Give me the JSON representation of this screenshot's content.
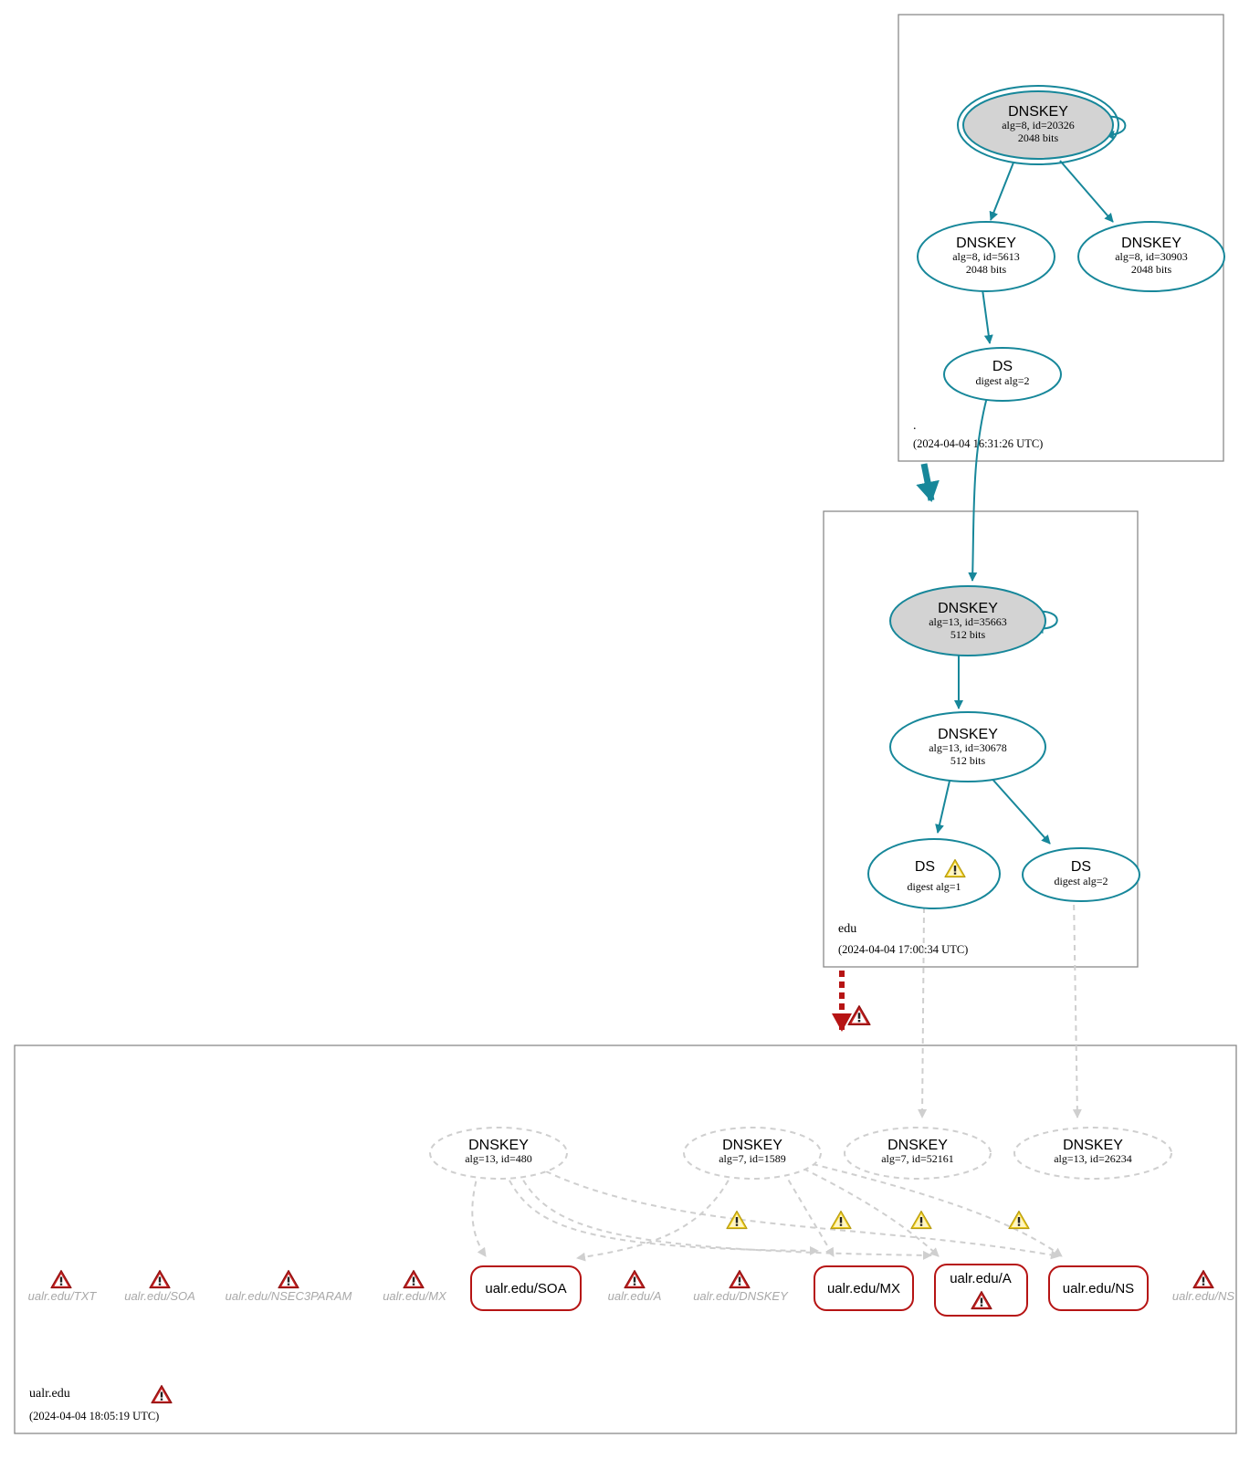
{
  "zones": {
    "root": {
      "name": ".",
      "timestamp": "(2024-04-04 16:31:26 UTC)",
      "nodes": {
        "ksk": {
          "title": "DNSKEY",
          "detail": "alg=8, id=20326",
          "size": "2048 bits"
        },
        "zsk1": {
          "title": "DNSKEY",
          "detail": "alg=8, id=5613",
          "size": "2048 bits"
        },
        "zsk2": {
          "title": "DNSKEY",
          "detail": "alg=8, id=30903",
          "size": "2048 bits"
        },
        "ds": {
          "title": "DS",
          "detail": "digest alg=2"
        }
      }
    },
    "edu": {
      "name": "edu",
      "timestamp": "(2024-04-04 17:00:34 UTC)",
      "nodes": {
        "ksk": {
          "title": "DNSKEY",
          "detail": "alg=13, id=35663",
          "size": "512 bits"
        },
        "zsk": {
          "title": "DNSKEY",
          "detail": "alg=13, id=30678",
          "size": "512 bits"
        },
        "ds1": {
          "title": "DS",
          "detail": "digest alg=1"
        },
        "ds2": {
          "title": "DS",
          "detail": "digest alg=2"
        }
      }
    },
    "ualr": {
      "name": "ualr.edu",
      "timestamp": "(2024-04-04 18:05:19 UTC)",
      "keys": [
        {
          "title": "DNSKEY",
          "detail": "alg=13, id=480"
        },
        {
          "title": "DNSKEY",
          "detail": "alg=7, id=1589"
        },
        {
          "title": "DNSKEY",
          "detail": "alg=7, id=52161"
        },
        {
          "title": "DNSKEY",
          "detail": "alg=13, id=26234"
        }
      ],
      "rrsets": [
        "ualr.edu/SOA",
        "ualr.edu/MX",
        "ualr.edu/A",
        "ualr.edu/NS"
      ],
      "missing": [
        "ualr.edu/TXT",
        "ualr.edu/SOA",
        "ualr.edu/NSEC3PARAM",
        "ualr.edu/MX",
        "ualr.edu/A",
        "ualr.edu/DNSKEY",
        "ualr.edu/NS"
      ]
    }
  },
  "colors": {
    "secure": "#17879a",
    "error": "#b61414",
    "insecure": "#cfcfcf",
    "ksk_fill": "#d3d3d3",
    "warning": "#f2cf1f"
  }
}
